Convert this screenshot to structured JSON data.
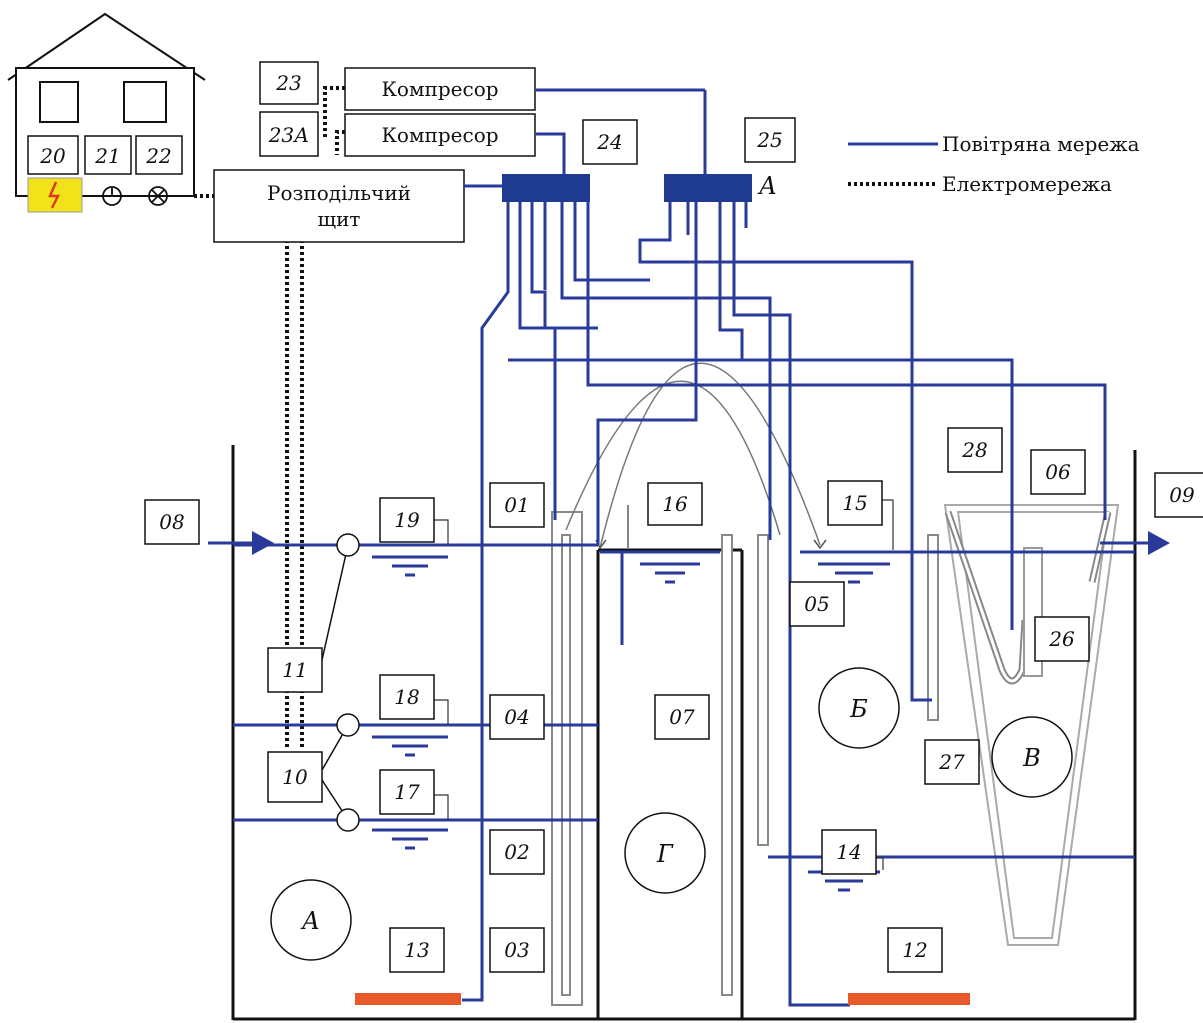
{
  "compressors": [
    "Компресор",
    "Компресор"
  ],
  "panel": {
    "line1": "Розподільчий",
    "line2": "щит"
  },
  "legend": {
    "air": "Повітряна мережа",
    "power": "Електромережа"
  },
  "colors": {
    "air": "#2a3a9a",
    "manifold": "#1f3b8f",
    "power": "#111111",
    "heater": "#e8592a",
    "lamp": "#f1e21a"
  },
  "house_icons": [
    "lightning-icon",
    "clock-icon",
    "lamp-icon"
  ],
  "labels": {
    "n01": "01",
    "n02": "02",
    "n03": "03",
    "n04": "04",
    "n05": "05",
    "n06": "06",
    "n07": "07",
    "n08": "08",
    "n09": "09",
    "n10": "10",
    "n11": "11",
    "n12": "12",
    "n13": "13",
    "n14": "14",
    "n15": "15",
    "n16": "16",
    "n17": "17",
    "n18": "18",
    "n19": "19",
    "n20": "20",
    "n21": "21",
    "n22": "22",
    "n23": "23",
    "n23a": "23А",
    "n24": "24",
    "n25": "25",
    "n26": "26",
    "n27": "27",
    "n28": "28"
  },
  "letters": {
    "manifold_a": "А",
    "a": "А",
    "b": "Б",
    "v": "В",
    "g": "Г"
  }
}
